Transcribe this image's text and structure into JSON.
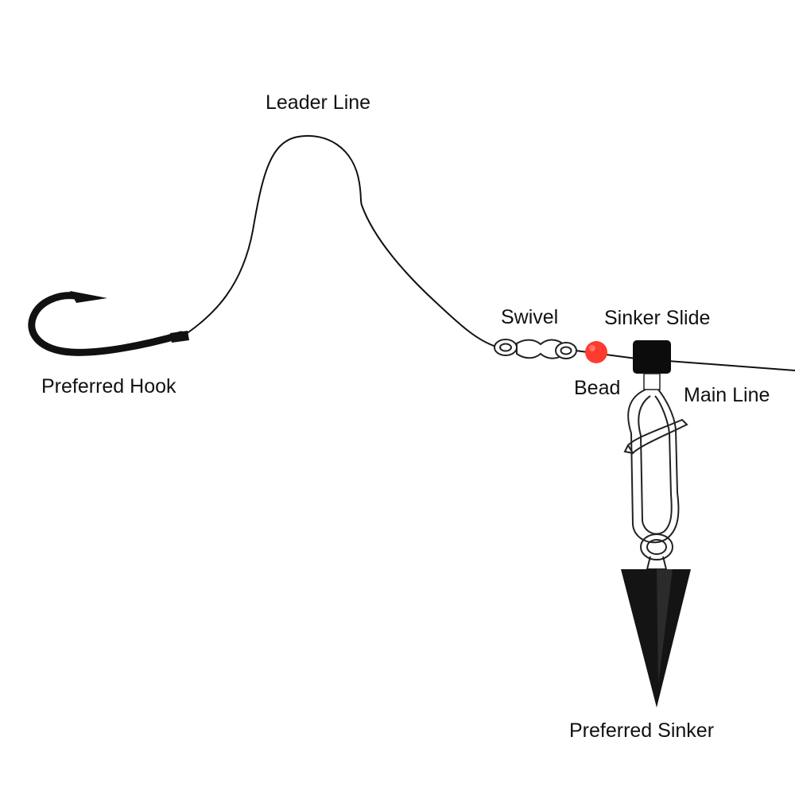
{
  "labels": {
    "leader_line": "Leader Line",
    "swivel": "Swivel",
    "sinker_slide": "Sinker Slide",
    "preferred_hook": "Preferred Hook",
    "bead": "Bead",
    "main_line": "Main Line",
    "preferred_sinker": "Preferred Sinker"
  },
  "colors": {
    "line": "#111111",
    "bead": "#ff3b2f",
    "hook": "#111111",
    "sinker": "#141414",
    "sinker_slide": "#0c0c0c"
  }
}
